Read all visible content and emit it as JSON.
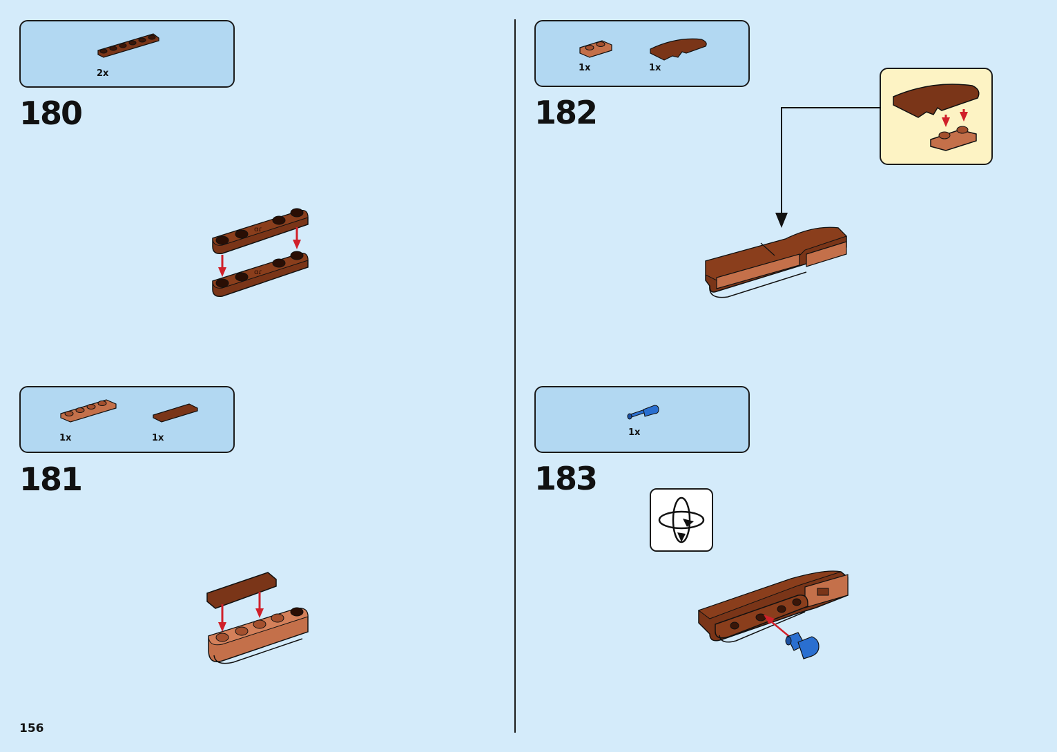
{
  "page": {
    "number": "156"
  },
  "steps": [
    {
      "number": "180",
      "parts": [
        {
          "qty": "2x",
          "icon": "brown-1x6-plate-icon"
        }
      ]
    },
    {
      "number": "181",
      "parts": [
        {
          "qty": "1x",
          "icon": "orange-brown-1x4-plate-icon"
        },
        {
          "qty": "1x",
          "icon": "brown-1x4-tile-icon"
        }
      ]
    },
    {
      "number": "182",
      "parts": [
        {
          "qty": "1x",
          "icon": "orange-brown-1x2-plate-icon"
        },
        {
          "qty": "1x",
          "icon": "brown-curved-slope-icon"
        }
      ]
    },
    {
      "number": "183",
      "parts": [
        {
          "qty": "1x",
          "icon": "blue-pin-icon"
        }
      ]
    }
  ],
  "colors": {
    "background": "#d4ebfa",
    "parts_box": "#b2d8f2",
    "callout": "#fdf3c4",
    "reddish_brown": "#7a3518",
    "medium_nougat": "#c4704a",
    "arrow_red": "#d0202a",
    "pin_blue": "#2a6fd0"
  }
}
